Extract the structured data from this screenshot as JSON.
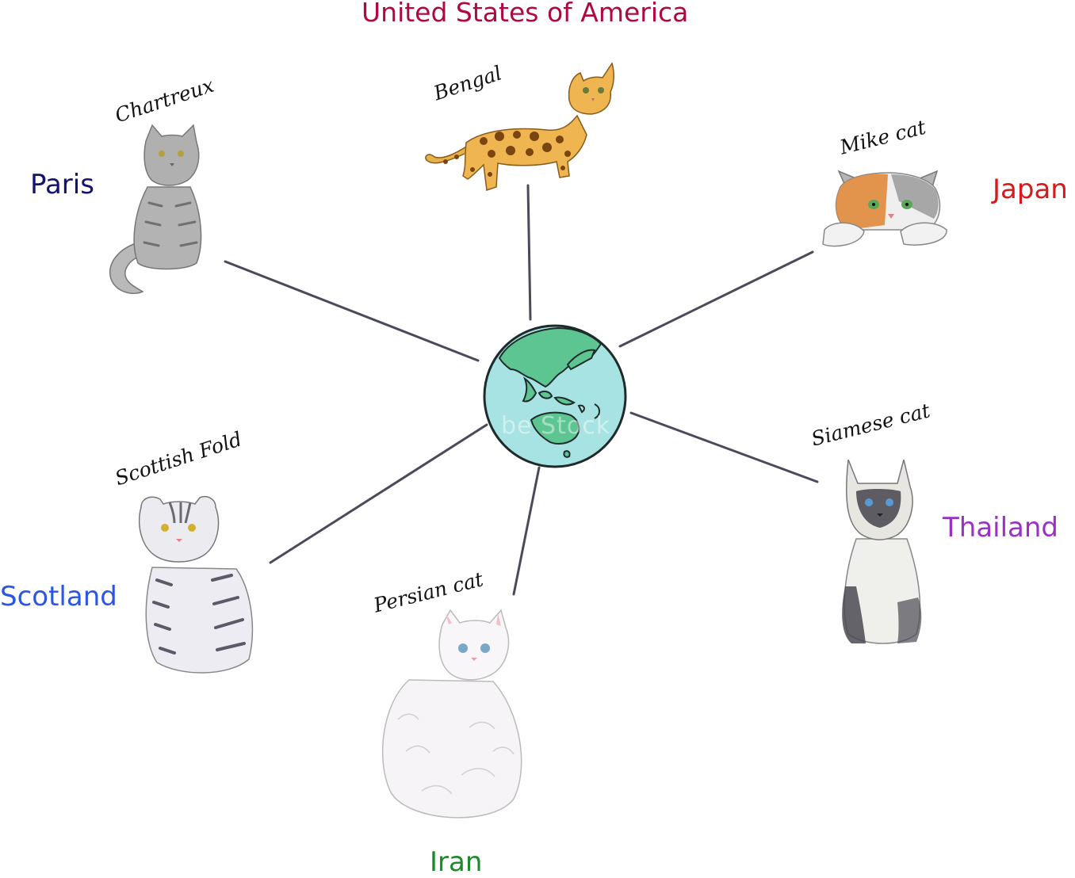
{
  "colors": {
    "line": "#4a4a5a",
    "ocean": "#a6e3e2",
    "land": "#5cc591",
    "outline": "#1f2a2a"
  },
  "regions": {
    "usa": {
      "label": "United States of America",
      "color": "#b0093f"
    },
    "paris": {
      "label": "Paris",
      "color": "#131370"
    },
    "japan": {
      "label": "Japan",
      "color": "#d81919"
    },
    "thailand": {
      "label": "Thailand",
      "color": "#9a30c8"
    },
    "iran": {
      "label": "Iran",
      "color": "#1c8a28"
    },
    "scotland": {
      "label": "Scotland",
      "color": "#2a56e0"
    }
  },
  "breeds": {
    "bengal": "Bengal",
    "chartreux": "Chartreux",
    "mike": "Mike cat",
    "siamese": "Siamese cat",
    "persian": "Persian cat",
    "scottish": "Scottish Fold"
  },
  "watermark": "be Stock",
  "icons": [
    "globe-icon",
    "bengal-cat-illustration",
    "chartreux-cat-illustration",
    "mike-cat-illustration",
    "siamese-cat-illustration",
    "persian-cat-illustration",
    "scottish-fold-cat-illustration"
  ]
}
